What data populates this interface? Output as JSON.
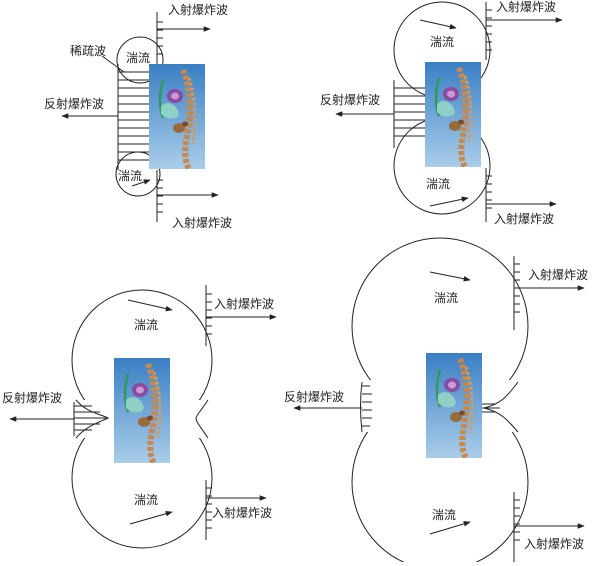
{
  "labels": {
    "incident": "入射爆炸波",
    "reflected": "反射爆炸波",
    "rarefaction": "稀疏波",
    "turbulence": "湍流"
  },
  "colors": {
    "body_top": "#3a7fc4",
    "body_bottom": "#b9d7ef",
    "spine": "#c9874a",
    "organ_green": "#2f9a5a",
    "lung": "#8fd0c6",
    "heart": "#8a4aa0",
    "gut": "#9a6a3a"
  }
}
